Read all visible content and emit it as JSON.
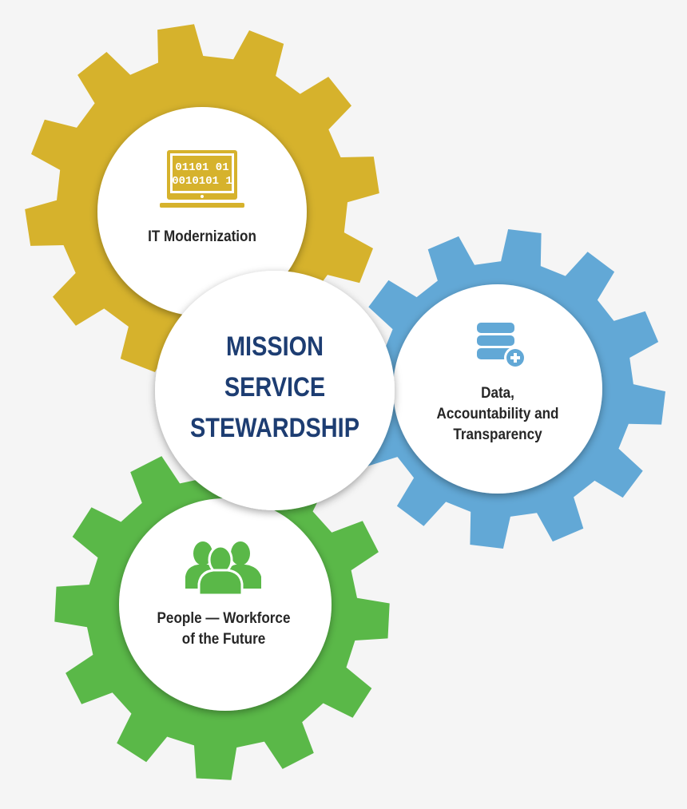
{
  "center": {
    "lines": [
      "MISSION",
      "SERVICE",
      "STEWARDSHIP"
    ],
    "color": "#1d3d72"
  },
  "gears": [
    {
      "id": "it",
      "label": "IT Modernization",
      "color": "#d6b22c",
      "icon": "laptop-binary-icon",
      "icon_text": [
        "01101 01",
        "0010101 1"
      ]
    },
    {
      "id": "data",
      "label_lines": [
        "Data,",
        "Accountability and",
        "Transparency"
      ],
      "color": "#62a8d6",
      "icon": "database-plus-icon"
    },
    {
      "id": "people",
      "label_lines": [
        "People — Workforce",
        "of the Future"
      ],
      "color": "#5ab848",
      "icon": "people-group-icon"
    }
  ]
}
